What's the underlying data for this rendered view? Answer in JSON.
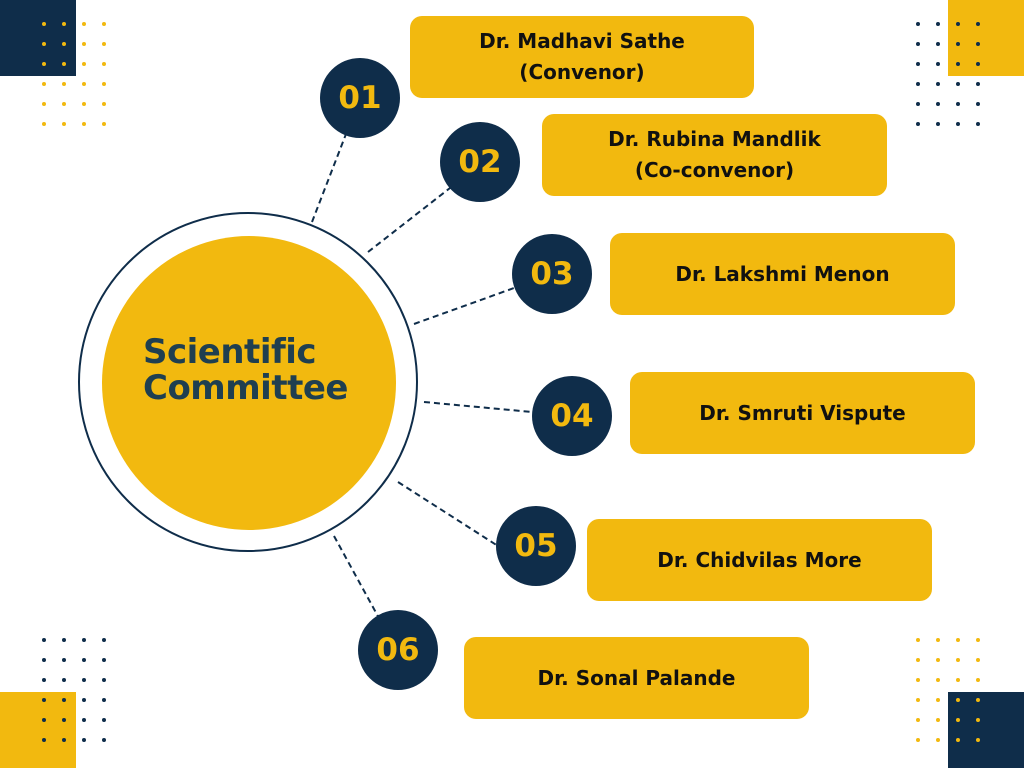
{
  "colors": {
    "navy": "#0f2d4a",
    "gold": "#f2b90f",
    "title_text": "#1f3f50",
    "card_text": "#111111"
  },
  "center": {
    "title_line1": "Scientific",
    "title_line2": "Committee"
  },
  "members": [
    {
      "number": "01",
      "name": "Dr. Madhavi Sathe",
      "role": "(Convenor)"
    },
    {
      "number": "02",
      "name": "Dr. Rubina Mandlik",
      "role": "(Co-convenor)"
    },
    {
      "number": "03",
      "name": "Dr. Lakshmi Menon",
      "role": ""
    },
    {
      "number": "04",
      "name": "Dr. Smruti Vispute",
      "role": ""
    },
    {
      "number": "05",
      "name": "Dr. Chidvilas More",
      "role": ""
    },
    {
      "number": "06",
      "name": "Dr. Sonal Palande",
      "role": ""
    }
  ]
}
